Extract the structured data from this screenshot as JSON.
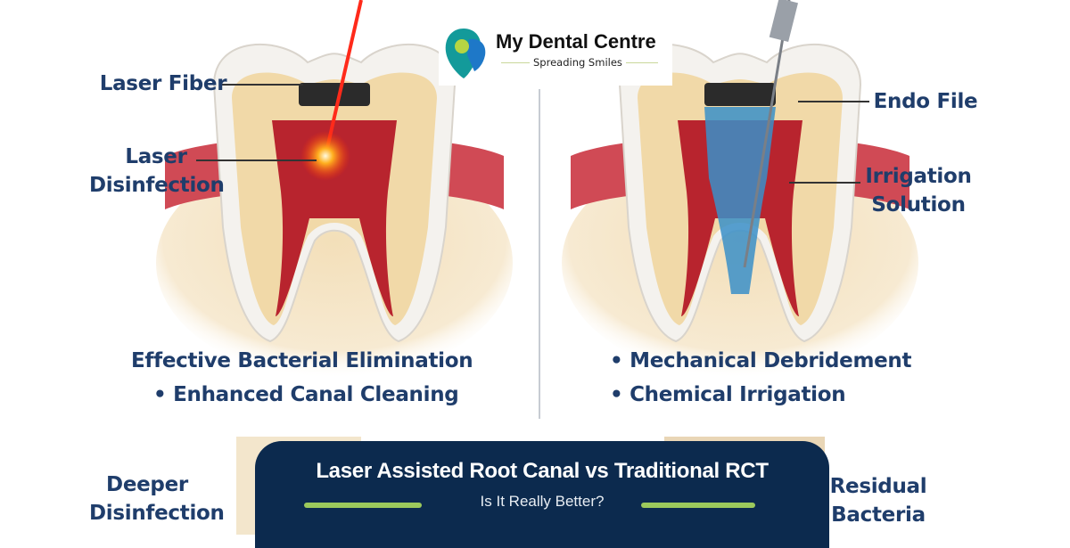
{
  "logo": {
    "brand": "My Dental Centre",
    "tagline": "Spreading Smiles"
  },
  "left_panel": {
    "labels": {
      "laser_fiber": "Laser Fiber",
      "laser_disinfection": "Laser Disinfection",
      "deeper_disinfection": "Deeper Disinfection"
    },
    "features": [
      "Effective Bacterial Elimination",
      "• Enhanced Canal Cleaning"
    ]
  },
  "right_panel": {
    "labels": {
      "endo_file": "Endo File",
      "irrigation_solution": "Irrigation Solution",
      "residual_bacteria": "Residual Bacteria"
    },
    "features": [
      "• Mechanical Debridement",
      "• Chemical Irrigation"
    ]
  },
  "banner": {
    "title": "Laser Assisted Root Canal vs Traditional RCT",
    "subtitle": "Is It Really Better?"
  },
  "colors": {
    "navy": "#0c2a4e",
    "text": "#1f3d6b",
    "accent_green": "#9cc95c",
    "gum": "#c93a45",
    "dentin": "#f1d9a8"
  }
}
